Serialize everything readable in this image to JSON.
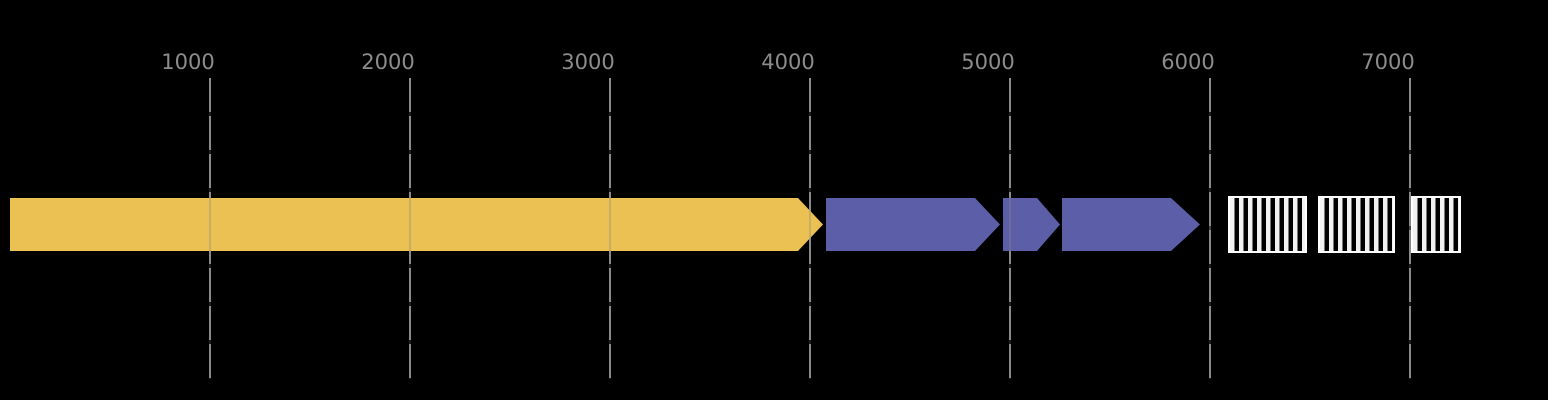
{
  "figure": {
    "kind": "genome_feature_map",
    "background_color": "#000000",
    "axis": {
      "unit": "bp",
      "line_color": "#8a8a8a",
      "label_color": "#8c8c8c",
      "ticks": [
        {
          "value": 1000,
          "label": "1000"
        },
        {
          "value": 2000,
          "label": "2000"
        },
        {
          "value": 3000,
          "label": "3000"
        },
        {
          "value": 4000,
          "label": "4000"
        },
        {
          "value": 5000,
          "label": "5000"
        },
        {
          "value": 6000,
          "label": "6000"
        },
        {
          "value": 7000,
          "label": "7000"
        }
      ]
    },
    "colors": {
      "gene_yellow": "#ECC153",
      "gene_purple": "#5C5FA7",
      "hatch_stripe": "#f2f2f2",
      "hatch_border": "#ffffff"
    },
    "features": [
      {
        "id": "cds-arrow-yellow",
        "shape": "arrow",
        "strand": "+",
        "start": 0,
        "end": 4065,
        "head_bp": 125,
        "color": "#ECC153"
      },
      {
        "id": "cds-arrow-purple-1",
        "shape": "arrow",
        "strand": "+",
        "start": 4080,
        "end": 4950,
        "head_bp": 125,
        "color": "#5C5FA7"
      },
      {
        "id": "cds-arrow-purple-2",
        "shape": "arrow",
        "strand": "+",
        "start": 4965,
        "end": 5250,
        "head_bp": 115,
        "color": "#5C5FA7"
      },
      {
        "id": "cds-arrow-purple-3",
        "shape": "arrow",
        "strand": "+",
        "start": 5260,
        "end": 5950,
        "head_bp": 145,
        "color": "#5C5FA7"
      },
      {
        "id": "hatched-box-1",
        "shape": "hatched_box",
        "start": 6090,
        "end": 6485,
        "stripe_color": "#f2f2f2",
        "border_color": "#ffffff"
      },
      {
        "id": "hatched-box-2",
        "shape": "hatched_box",
        "start": 6540,
        "end": 6925,
        "stripe_color": "#f2f2f2",
        "border_color": "#ffffff"
      },
      {
        "id": "hatched-box-3",
        "shape": "hatched_box",
        "start": 7005,
        "end": 7255,
        "stripe_color": "#f2f2f2",
        "border_color": "#ffffff"
      }
    ]
  }
}
